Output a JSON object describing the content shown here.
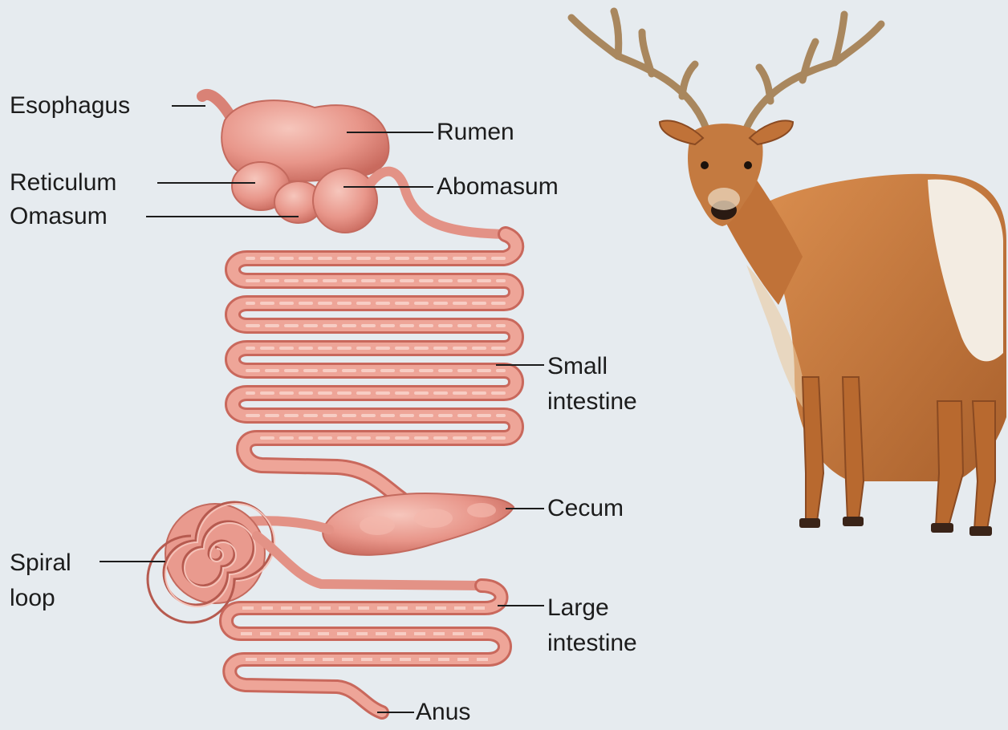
{
  "diagram": {
    "labels": {
      "esophagus": "Esophagus",
      "reticulum": "Reticulum",
      "omasum": "Omasum",
      "rumen": "Rumen",
      "abomasum": "Abomasum",
      "small_intestine_line1": "Small",
      "small_intestine_line2": "intestine",
      "cecum": "Cecum",
      "spiral_loop_line1": "Spiral",
      "spiral_loop_line2": "loop",
      "large_intestine_line1": "Large",
      "large_intestine_line2": "intestine",
      "anus": "Anus"
    },
    "colors": {
      "background": "#e6ebef",
      "organ_fill": "#e99a8e",
      "organ_shadow": "#c9685c",
      "organ_highlight": "#f5c2b8",
      "deer_body": "#c5773d",
      "deer_dark": "#8a4a22",
      "antler": "#b08a5c",
      "rump_patch": "#f3ece2"
    }
  }
}
